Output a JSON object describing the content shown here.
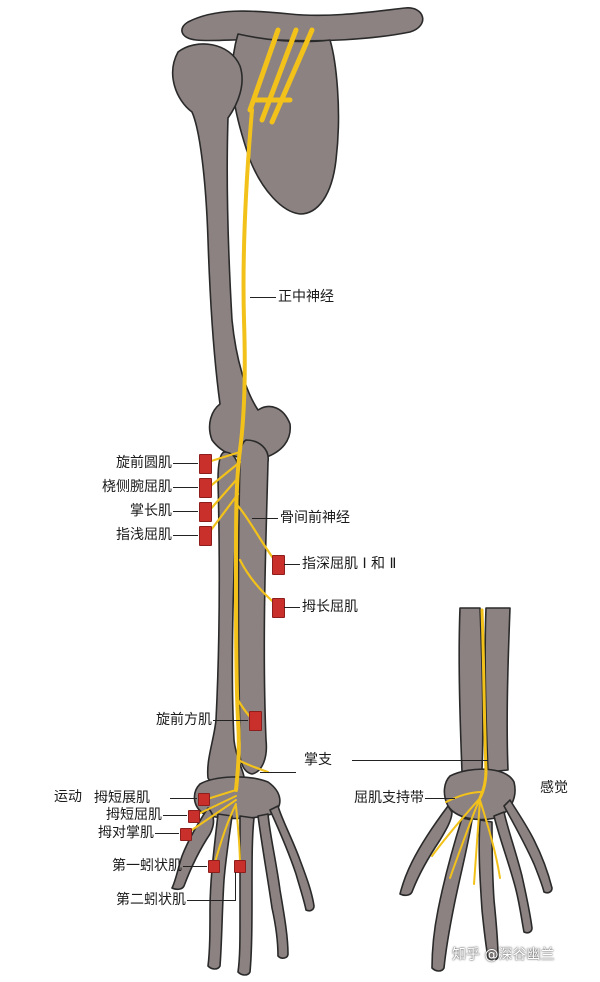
{
  "labels": {
    "median_nerve": "正中神经",
    "pronator_teres": "旋前圆肌",
    "fcr": "桡侧腕屈肌",
    "palmaris_longus": "掌长肌",
    "fds": "指浅屈肌",
    "anterior_interosseous": "骨间前神经",
    "fdp": "指深屈肌 Ⅰ 和 Ⅱ",
    "fpl": "拇长屈肌",
    "pronator_quadratus": "旋前方肌",
    "palmar_branch": "掌支",
    "motor": "运动",
    "apb": "拇短展肌",
    "fpb": "拇短屈肌",
    "op": "拇对掌肌",
    "lumbrical1": "第一蚓状肌",
    "lumbrical2": "第二蚓状肌",
    "retinaculum": "屈肌支持带",
    "sensory": "感觉"
  },
  "watermark": "知乎 @深谷幽兰",
  "colors": {
    "bone": "#8c8282",
    "bone_outline": "#2a2a2a",
    "nerve": "#f2c21a",
    "muscle": "#c9302c"
  }
}
